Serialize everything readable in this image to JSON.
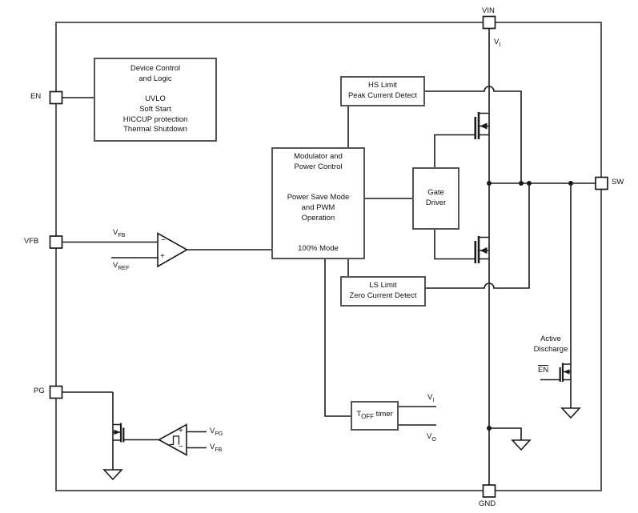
{
  "diagram": {
    "pins": {
      "vin": "VIN",
      "en": "EN",
      "vfb": "VFB",
      "pg": "PG",
      "sw": "SW",
      "gnd": "GND"
    },
    "blocks": {
      "device_control": {
        "lines": [
          "Device Control",
          "and Logic",
          "",
          "UVLO",
          "Soft Start",
          "HICCUP protection",
          "Thermal Shutdown"
        ]
      },
      "hs_limit": {
        "lines": [
          "HS Limit",
          "Peak Current Detect"
        ]
      },
      "modulator": {
        "lines": [
          "Modulator and",
          "Power Control",
          "",
          "",
          "Power Save Mode",
          "and PWM",
          "Operation",
          "",
          "",
          "100% Mode"
        ]
      },
      "gate_driver": {
        "lines": [
          "Gate",
          "Driver"
        ]
      },
      "ls_limit": {
        "lines": [
          "LS Limit",
          "Zero Current Detect"
        ]
      },
      "toff_timer": {
        "base": "T",
        "sub": "OFF",
        "rest": " timer"
      }
    },
    "signals": {
      "vin_vi": {
        "base": "V",
        "sub": "I"
      },
      "amp_vfb": {
        "base": "V",
        "sub": "FB"
      },
      "amp_vref": {
        "base": "V",
        "sub": "REF"
      },
      "amp_minus": "−",
      "amp_plus": "+",
      "cmp_vpg": {
        "base": "V",
        "sub": "PG"
      },
      "cmp_vfb": {
        "base": "V",
        "sub": "FB"
      },
      "cmp_plus": "+",
      "cmp_minus": "−",
      "toff_vi": {
        "base": "V",
        "sub": "I"
      },
      "toff_vo": {
        "base": "V",
        "sub": "O"
      },
      "active_discharge": {
        "lines": [
          "Active",
          "Discharge"
        ]
      },
      "en_bar": "EN"
    },
    "colors": {
      "wire": "#1a1a1a",
      "box_border": "#545454",
      "frame": "#5a5a5a",
      "background": "#ffffff"
    }
  }
}
